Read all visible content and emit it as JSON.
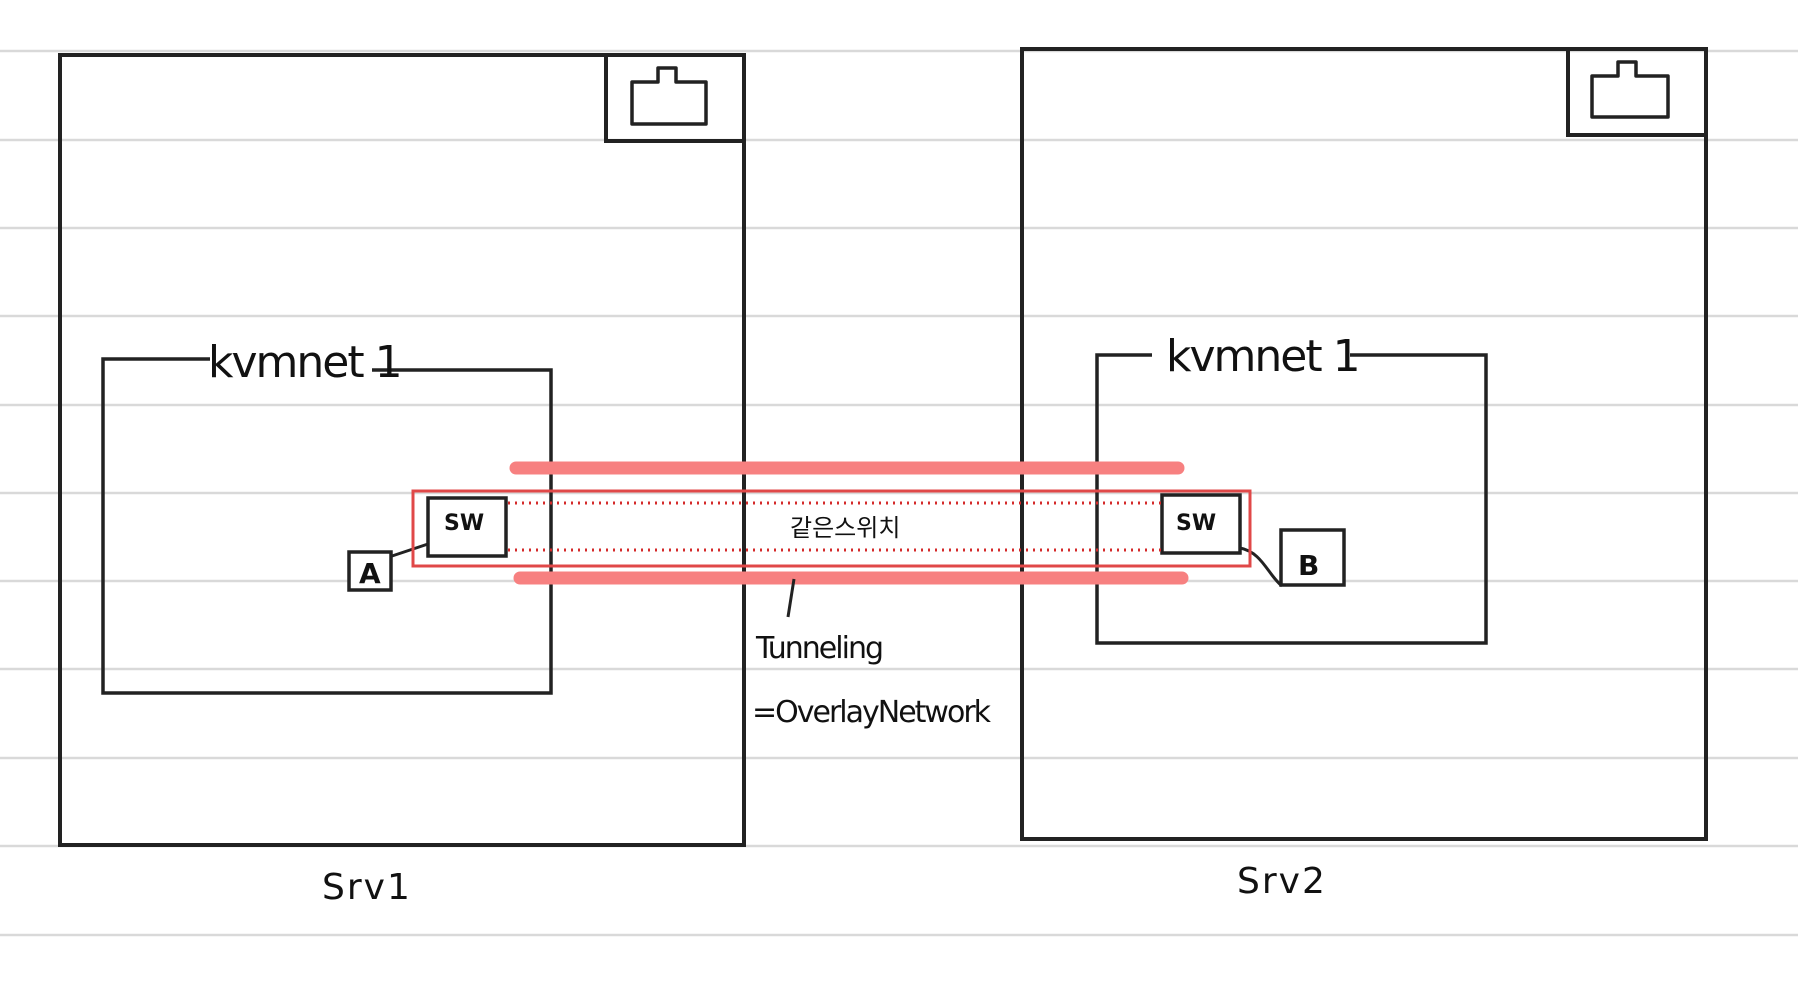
{
  "diagram": {
    "servers": [
      {
        "id": "srv1",
        "label": "Srv1",
        "network_label": "kvmnet 1",
        "switch_label": "SW",
        "vm_label": "A"
      },
      {
        "id": "srv2",
        "label": "Srv2",
        "network_label": "kvmnet 1",
        "switch_label": "SW",
        "vm_label": "B"
      }
    ],
    "tunnel": {
      "center_label": "같은스위치",
      "name": "Tunneling",
      "equivalent": "=OverlayNetwork"
    },
    "colors": {
      "ink": "#111111",
      "tunnel_band": "#f78080",
      "tunnel_outline": "#e04848",
      "tunnel_dots": "#d42a2a",
      "ruled_line": "#d9d9d9"
    }
  }
}
